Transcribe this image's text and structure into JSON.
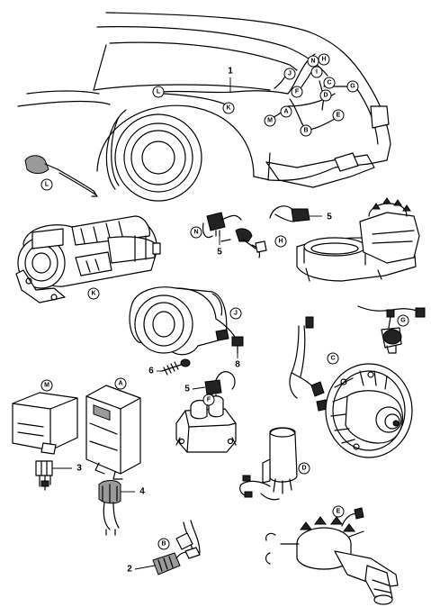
{
  "callouts": {
    "L": "L",
    "K": "K",
    "J": "J",
    "F": "F",
    "N": "N",
    "I": "I",
    "H": "H",
    "C": "C",
    "D": "D",
    "G": "G",
    "E": "E",
    "M": "M",
    "A": "A",
    "B": "B"
  },
  "part_numbers": {
    "n1": "1",
    "n2": "2",
    "n3": "3",
    "n4": "4",
    "n5": "5",
    "n6": "6",
    "n8": "8"
  }
}
